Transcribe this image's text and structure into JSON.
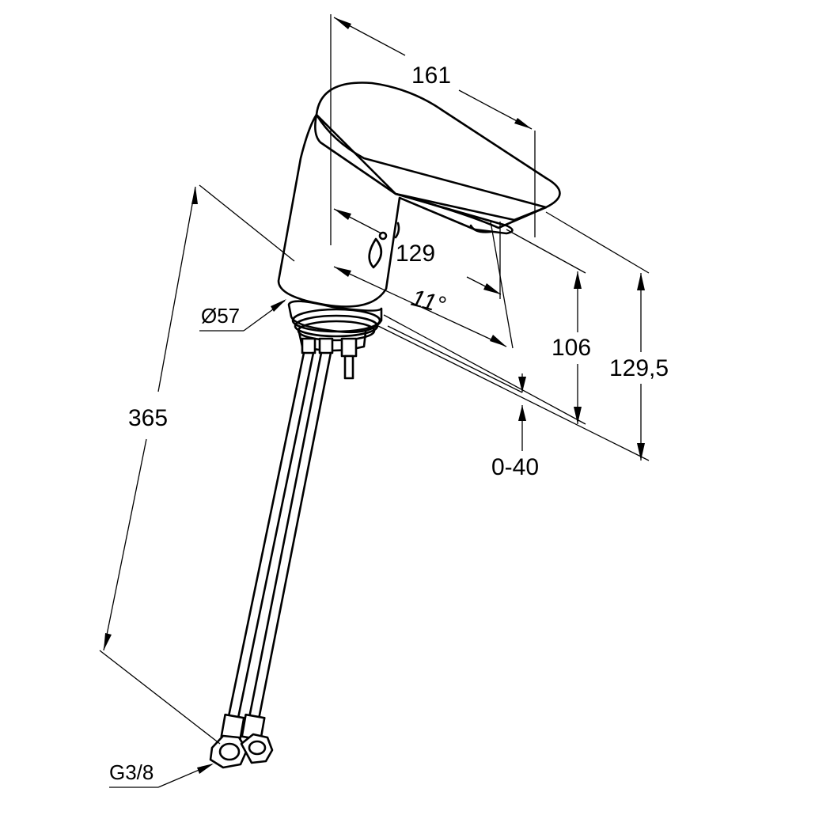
{
  "diagram": {
    "dimensions": {
      "spout_length": "161",
      "spout_reach": "129",
      "angle": "11°",
      "spout_height": "106",
      "total_height": "129,5",
      "deck_thickness": "0-40",
      "base_diameter": "Ø57",
      "hose_length": "365",
      "connection_thread": "G3/8"
    }
  }
}
